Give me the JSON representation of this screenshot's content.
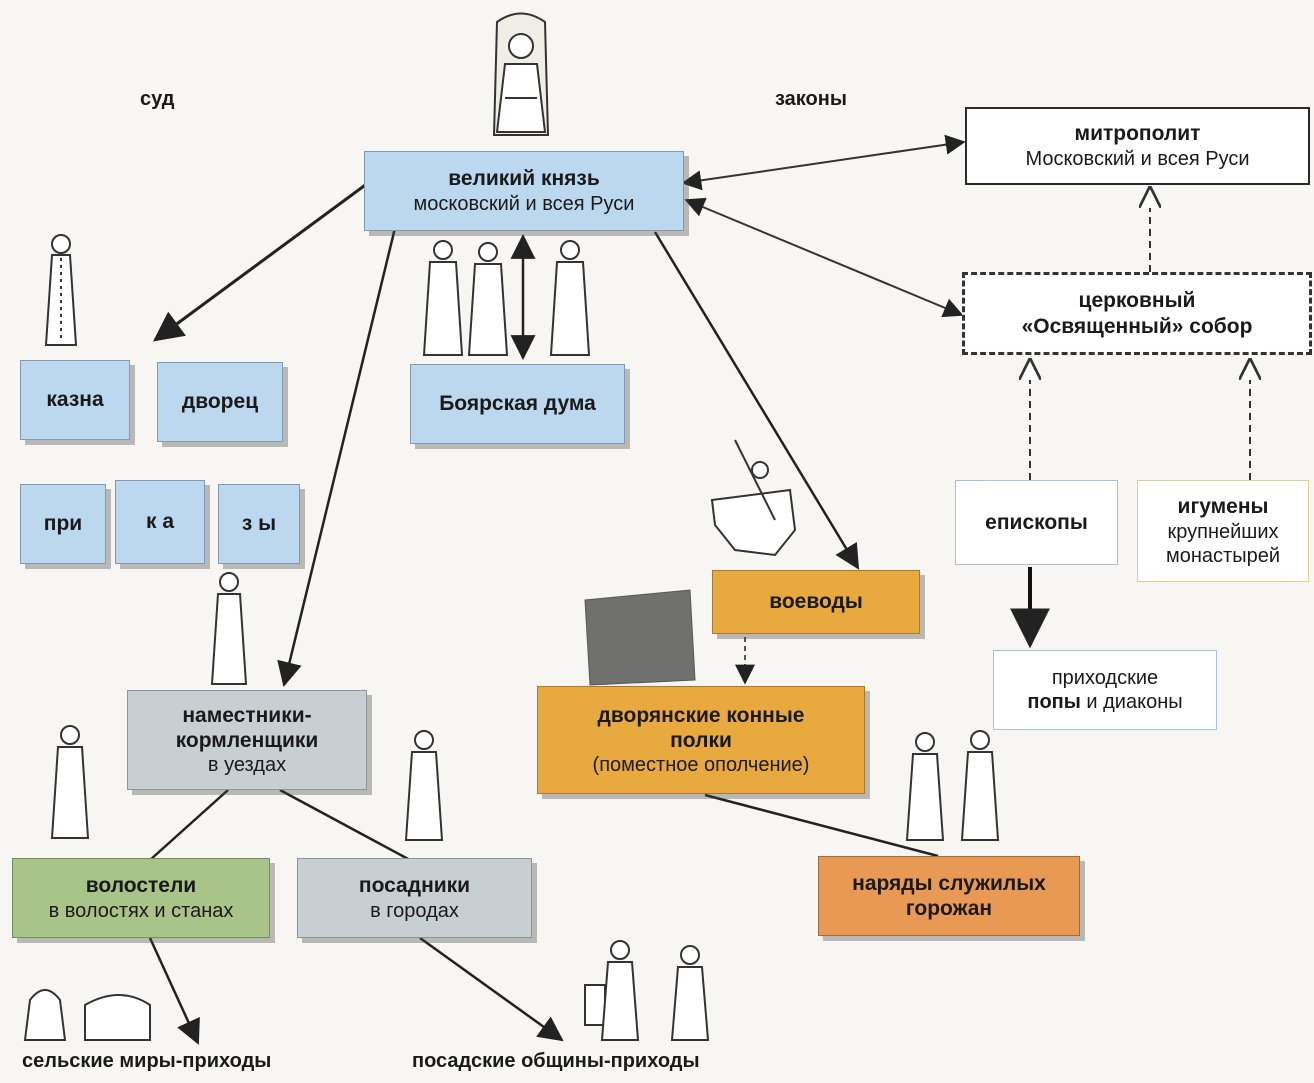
{
  "labels": {
    "sud": "суд",
    "zakony": "законы",
    "rural": "сельские миры-приходы",
    "posad": "посадские общины-приходы"
  },
  "boxes": {
    "grand_prince": {
      "title": "великий князь",
      "subtitle": "московский и всея Руси"
    },
    "metropolitan": {
      "title": "митрополит",
      "subtitle": "Московский и всея Руси"
    },
    "sobor": {
      "line1": "церковный",
      "line2": "«Освященный» собор"
    },
    "kazna": "казна",
    "dvorets": "дворец",
    "prikazy": [
      "при",
      "к а",
      "з ы"
    ],
    "duma": "Боярская дума",
    "voevody": "воеводы",
    "episkopy": "епископы",
    "igumeny": {
      "title": "игумены",
      "line2": "крупнейших",
      "line3": "монастырей"
    },
    "prihodskie": {
      "line1": "приходские",
      "bold": "попы",
      "rest": " и диаконы"
    },
    "namestniki": {
      "line1": "наместники-",
      "line2": "кормленщики",
      "line3": "в уездах"
    },
    "dvoryanskie": {
      "line1": "дворянские конные",
      "line2": "полки",
      "line3": "(поместное ополчение)"
    },
    "volosteli": {
      "title": "волостели",
      "subtitle": "в волостях и станах"
    },
    "posadniki": {
      "title": "посадники",
      "subtitle": "в городах"
    },
    "naryady": {
      "line1": "наряды служилых",
      "line2": "горожан"
    }
  },
  "colors": {
    "blue": "#bcd8ef",
    "grey": "#c8cfd3",
    "green": "#a9c489",
    "orange": "#e8a93f",
    "orange_red": "#e89a55",
    "arrow": "#222222"
  }
}
